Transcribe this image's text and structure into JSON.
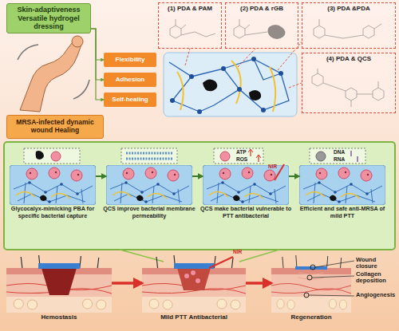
{
  "diagram": {
    "nodes": [
      {
        "text": [
          "Skin-adaptiveness Versatile hydrogel dressing"
        ]
      },
      {
        "text": [
          "Flexibility"
        ]
      },
      {
        "text": [
          "Adhesion"
        ]
      },
      {
        "text": [
          "Self-healing"
        ]
      },
      {
        "text": [
          "MRSA-infected dynamic wound Healing"
        ]
      },
      {
        "text": [
          "(1) PDA & PAM"
        ]
      },
      {
        "text": [
          "(2) PDA & rGB"
        ]
      },
      {
        "text": [
          "(3) PDA &PDA"
        ]
      },
      {
        "text": [
          "(4) PDA & QCS"
        ]
      },
      {
        "text": [
          "Glycocalyx-mimicking PBA for specific bacterial capture"
        ]
      },
      {
        "text": [
          "QCS improve bacterial membrane permeability"
        ]
      },
      {
        "text": [
          "QCS make bacterial vulnerable to PTT antibacterial"
        ]
      },
      {
        "text": [
          "Efficient and safe anti-MRSA of mild PTT"
        ]
      },
      {
        "text": [
          "Hemostasis"
        ]
      },
      {
        "text": [
          "Mild PTT Antibacterial"
        ]
      },
      {
        "text": [
          "Regeneration"
        ]
      }
    ],
    "edges": [
      {
        "from": 0,
        "to": 1,
        "arrow": "to"
      },
      {
        "from": 0,
        "to": 2,
        "arrow": "to"
      },
      {
        "from": 0,
        "to": 3,
        "arrow": "to"
      },
      {
        "from": 9,
        "to": 10,
        "arrow": "to"
      },
      {
        "from": 10,
        "to": 11,
        "arrow": "to"
      },
      {
        "from": 11,
        "to": 12,
        "arrow": "to"
      },
      {
        "from": 13,
        "to": 14,
        "arrow": "to"
      },
      {
        "from": 14,
        "to": 15,
        "arrow": "to"
      }
    ],
    "labels": [
      "ATP",
      "ROS",
      "NIR",
      "DNA",
      "RNA",
      "NIR",
      "Wound closure",
      "Collagen deposition",
      "Angiogenesis"
    ]
  }
}
